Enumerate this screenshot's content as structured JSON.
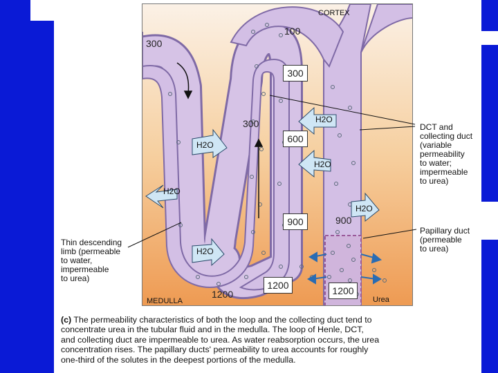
{
  "diagram": {
    "region_top": "CORTEX",
    "region_bottom": "MEDULLA",
    "numbers": {
      "n100": "100",
      "n300_top_left": "300",
      "n300_box": "300",
      "n300_mid": "300",
      "n600": "600",
      "n900_box": "900",
      "n900_plain": "900",
      "n1200_box_a": "1200",
      "n1200_box_b": "1200",
      "n1200_bottom": "1200"
    },
    "water_labels": [
      "H2O",
      "H2O",
      "H2O",
      "H2O",
      "H2O",
      "H2O"
    ],
    "urea_label": "Urea",
    "callouts": {
      "dct": [
        "DCT and",
        "collecting duct",
        "(variable",
        "permeability",
        "to water;",
        "impermeable",
        "to urea)"
      ],
      "papillary": [
        "Papillary duct",
        "(permeable",
        "to urea)"
      ],
      "descending": [
        "Thin descending",
        "limb (permeable",
        "to water,",
        "impermeable",
        "to urea)"
      ]
    }
  },
  "caption": {
    "tag": "(c)",
    "lines": [
      "The permeability characteristics of both the loop and the collecting duct tend to",
      "concentrate urea in the tubular fluid and in the medulla. The loop of Henle, DCT,",
      "and collecting duct are impermeable to urea. As water reabsorption occurs, the urea",
      "concentration rises. The papillary ducts' permeability to urea accounts for roughly",
      "one-third of the solutes in the deepest portions of the medulla."
    ]
  },
  "colors": {
    "background": "#0a1ad6",
    "tubule_fill": "#cfb7e0",
    "tubule_edge": "#7f6aa6",
    "arrow_fill": "#cfe6f5",
    "urea_arrow": "#2a6cb3"
  }
}
